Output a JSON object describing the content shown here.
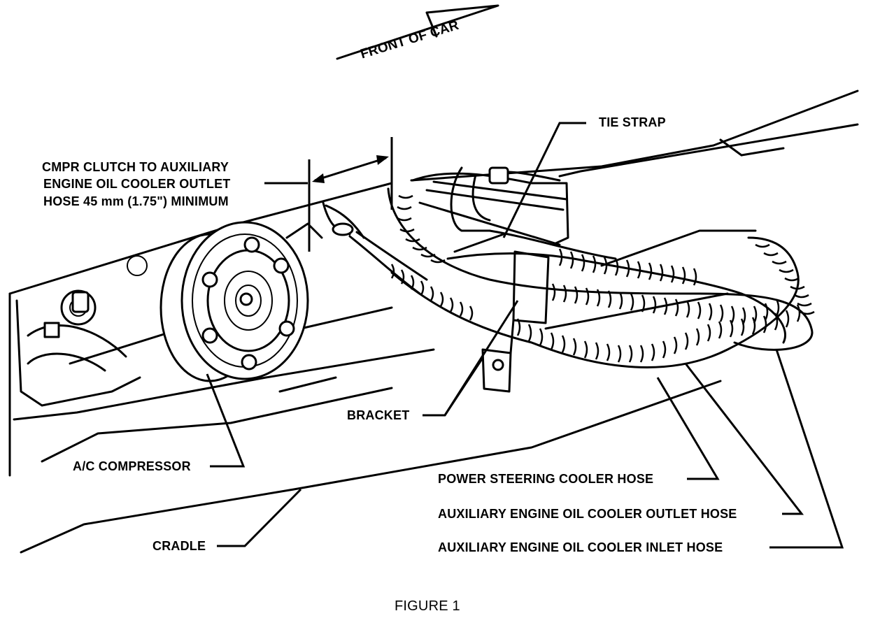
{
  "labels": {
    "front_of_car": "FRONT OF CAR",
    "tie_strap": "TIE STRAP",
    "clearance_line1": "CMPR CLUTCH TO AUXILIARY",
    "clearance_line2": "ENGINE OIL COOLER OUTLET",
    "clearance_line3": "HOSE 45 mm (1.75\") MINIMUM",
    "bracket": "BRACKET",
    "ac_compressor": "A/C COMPRESSOR",
    "cradle": "CRADLE",
    "power_steering_hose": "POWER STEERING COOLER HOSE",
    "aux_outlet_hose": "AUXILIARY ENGINE OIL COOLER OUTLET HOSE",
    "aux_inlet_hose": "AUXILIARY ENGINE OIL COOLER INLET HOSE",
    "caption": "FIGURE 1"
  }
}
